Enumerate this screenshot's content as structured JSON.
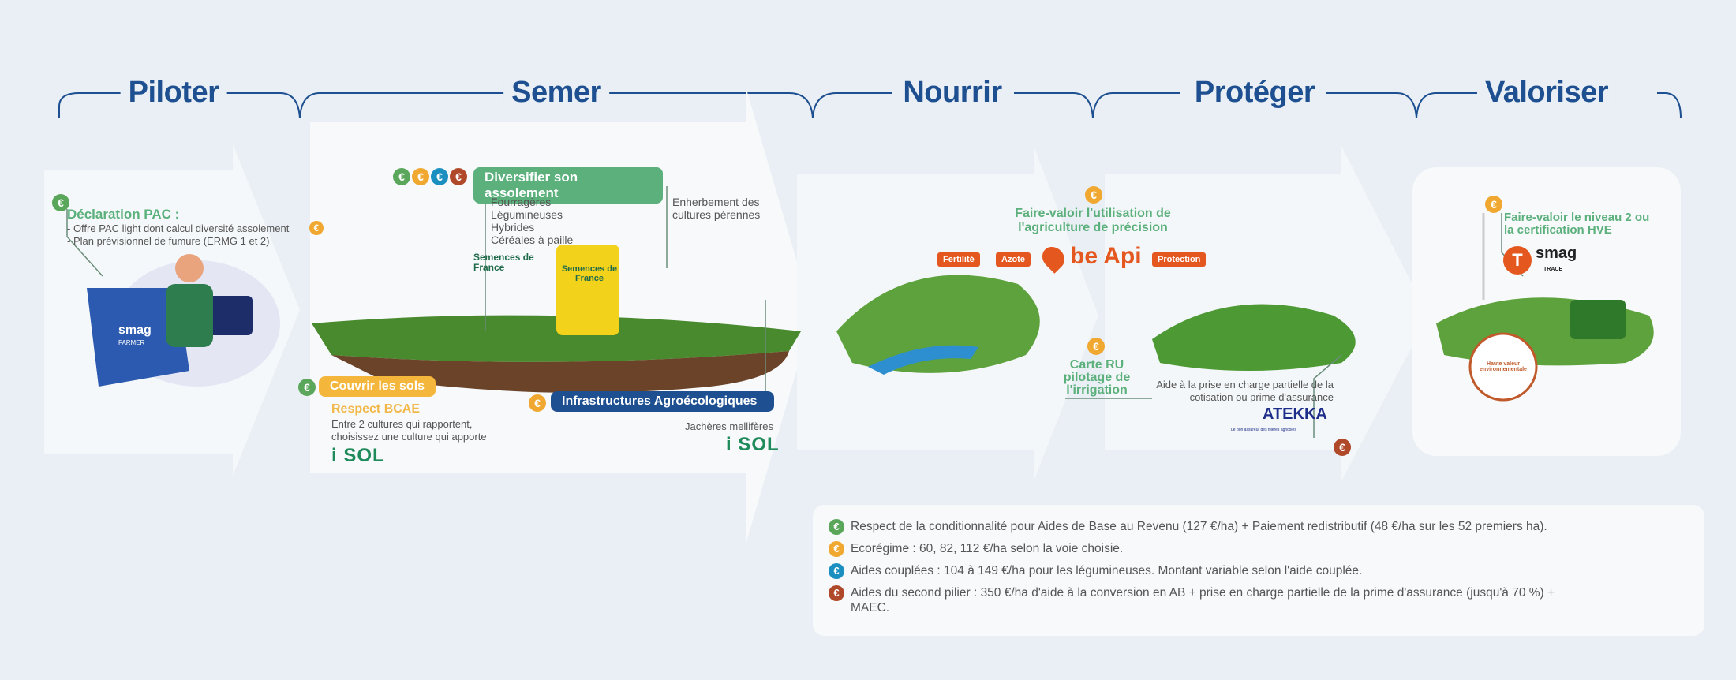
{
  "phases": [
    "Piloter",
    "Semer",
    "Nourrir",
    "Protéger",
    "Valoriser"
  ],
  "colors": {
    "green": "#5aa65a",
    "orange": "#f0a830",
    "blue": "#1b8fbf",
    "brown": "#b0482a",
    "title": "#1d4f91"
  },
  "piloter": {
    "title": "Déclaration PAC :",
    "line1": "- Offre PAC light dont calcul diversité assolement",
    "line2": "- Plan prévisionnel de fumure (ERMG 1 et 2)",
    "logo": "smag",
    "logo_sub": "FARMER"
  },
  "semer": {
    "diversifier": "Diversifier son assolement",
    "list": [
      "Fourragères",
      "Légumineuses",
      "Hybrides",
      "Céréales à paille"
    ],
    "enherbement": "Enherbement des cultures pérennes",
    "semences_logo": "Semences de France",
    "bag_label": "Semences de France",
    "couvrir": "Couvrir les sols",
    "bcae": "Respect BCAE",
    "bcae_text1": "Entre 2 cultures qui rapportent,",
    "bcae_text2": "choisissez une culture qui apporte",
    "isol": "i SOL",
    "infra": "Infrastructures Agroécologiques",
    "jacheres": "Jachères mellifères",
    "isol2": "i SOL"
  },
  "nourrir": {
    "faire_valoir": "Faire-valoir l'utilisation de l'agriculture de précision",
    "tags": [
      "Fertilité",
      "Azote"
    ],
    "beapi": "be Api",
    "carte_ru": "Carte RU pilotage de l'irrigation"
  },
  "proteger": {
    "tag": "Protection",
    "aide": "Aide à la prise en charge partielle de la cotisation ou prime d'assurance",
    "atekka": "ATEKKA",
    "atekka_sub": "Le bon assureur des filières agricoles"
  },
  "valoriser": {
    "text": "Faire-valoir le niveau 2 ou la certification HVE",
    "logo": "smag",
    "logo_sub": "TRACE",
    "badge": "Haute valeur environnementale"
  },
  "euro": "€",
  "legend": [
    {
      "color": "g",
      "text": "Respect de la conditionnalité pour Aides de Base au Revenu (127 €/ha) + Paiement redistributif (48 €/ha sur les 52 premiers ha)."
    },
    {
      "color": "o",
      "text": "Ecorégime : 60, 82, 112 €/ha selon la voie choisie."
    },
    {
      "color": "b",
      "text": "Aides couplées : 104 à 149 €/ha pour les légumineuses. Montant variable selon l'aide couplée."
    },
    {
      "color": "r",
      "text": "Aides du second pilier : 350 €/ha d'aide à la conversion en AB + prise en charge partielle de la prime d'assurance (jusqu'à 70 %) + MAEC."
    }
  ]
}
